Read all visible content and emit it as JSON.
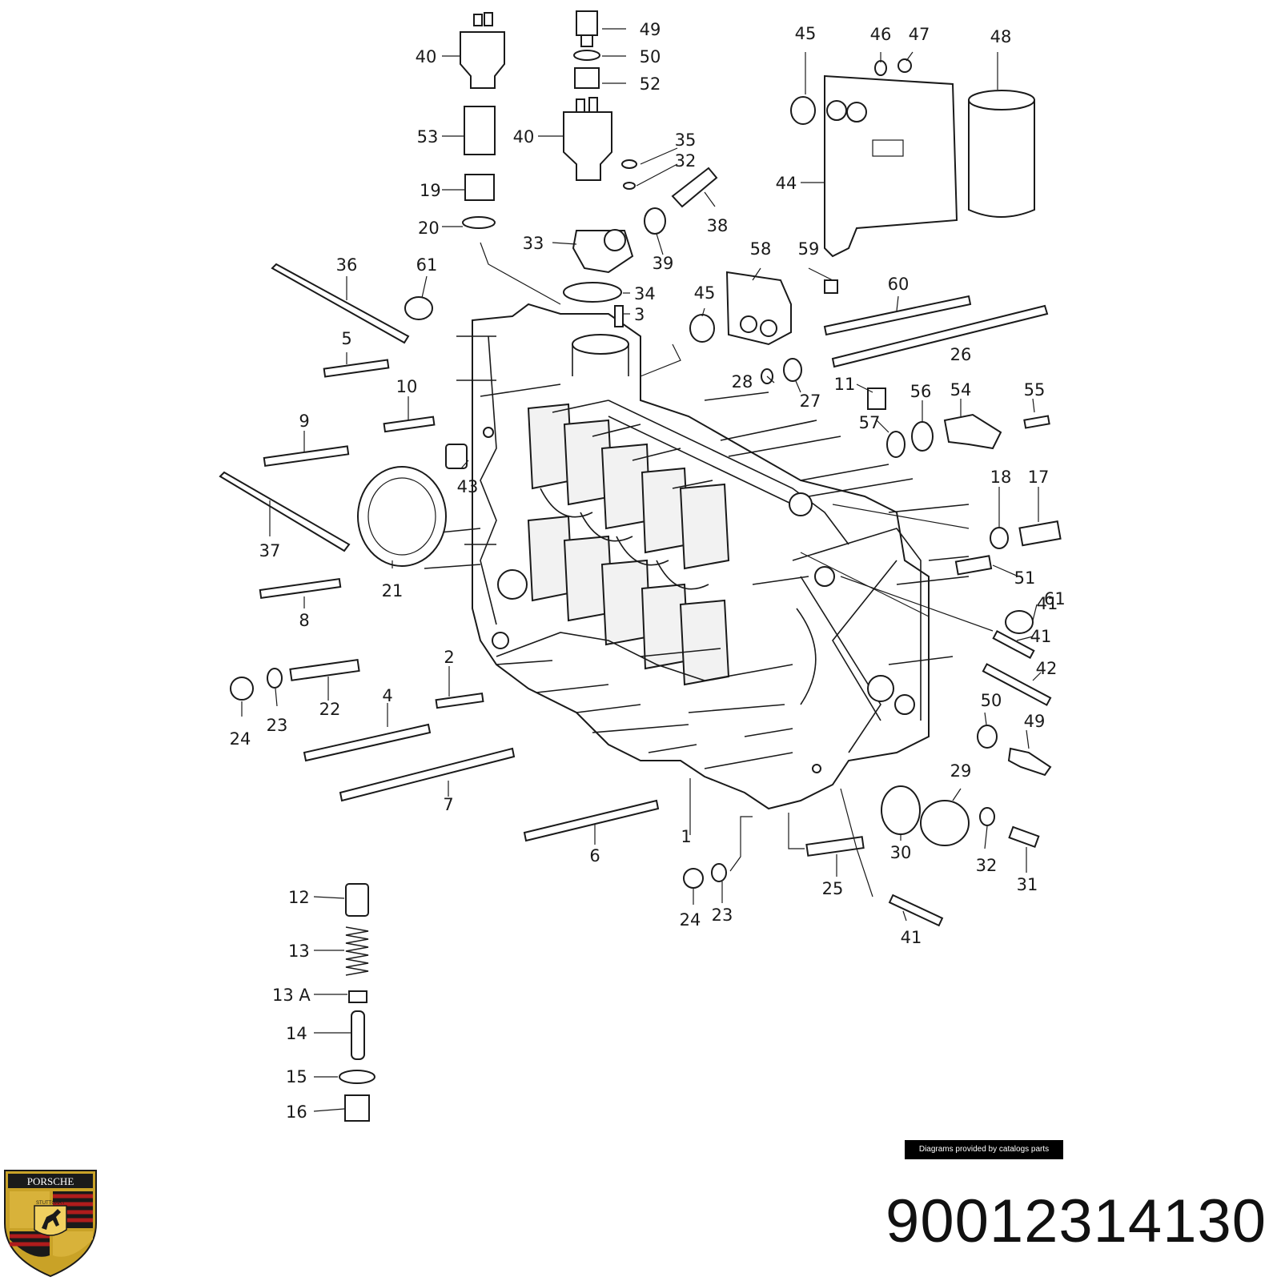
{
  "diagram": {
    "callouts": [
      "1",
      "2",
      "3",
      "4",
      "5",
      "6",
      "7",
      "8",
      "9",
      "10",
      "11",
      "12",
      "13",
      "13 A",
      "14",
      "15",
      "16",
      "17",
      "18",
      "19",
      "20",
      "21",
      "22",
      "23",
      "23",
      "24",
      "24",
      "25",
      "26",
      "27",
      "28",
      "29",
      "30",
      "31",
      "32",
      "32",
      "33",
      "34",
      "35",
      "36",
      "37",
      "38",
      "39",
      "40",
      "40",
      "41",
      "41",
      "41",
      "42",
      "43",
      "44",
      "45",
      "45",
      "46",
      "47",
      "48",
      "49",
      "49",
      "50",
      "50",
      "51",
      "52",
      "53",
      "54",
      "55",
      "56",
      "57",
      "58",
      "59",
      "60",
      "61",
      "61"
    ]
  },
  "footer": {
    "credit": "Diagrams provided by catalogs parts",
    "part_number": "90012314130"
  },
  "logo": {
    "name": "porsche-crest",
    "text": "PORSCHE",
    "city": "STUTTGART"
  }
}
